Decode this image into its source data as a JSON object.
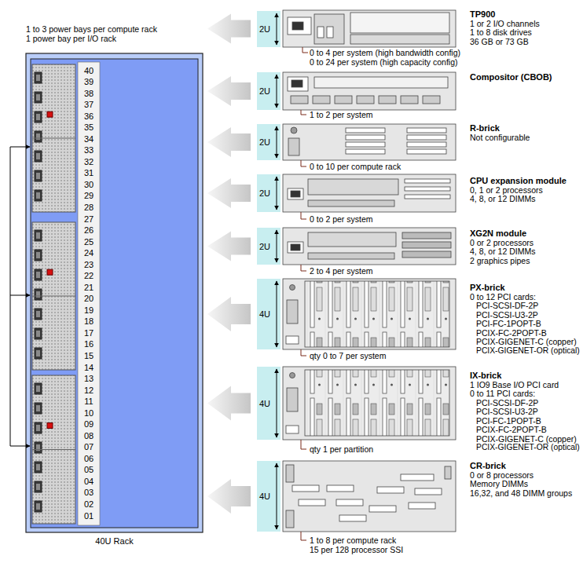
{
  "diagram": {
    "nodes": [
      {
        "text": [
          "40U Rack"
        ]
      },
      {
        "text": [
          "2U",
          "TP900",
          "1 or 2 I/O channels",
          "1 to 8 disk drives",
          "36 GB or 73 GB",
          "0 to 4 per system (high bandwidth config)",
          "0 to 24 per system (high capacity config)"
        ]
      },
      {
        "text": [
          "2U",
          "Compositor (CBOB)",
          "1 to 2 per system"
        ]
      },
      {
        "text": [
          "2U",
          "R-brick",
          "Not configurable",
          "0 to 10  per compute rack"
        ]
      },
      {
        "text": [
          "2U",
          "CPU expansion module",
          "0, 1 or 2  processors",
          "4, 8, or 12 DIMMs",
          "0 to 2 per system"
        ]
      },
      {
        "text": [
          "2U",
          "XG2N module",
          "0 or 2 processors",
          "4, 8, or 12 DIMMs",
          "2 graphics pipes",
          "2 to 4 per system"
        ]
      },
      {
        "text": [
          "4U",
          "PX-brick",
          "0 to 12 PCI cards:",
          "PCI-SCSI-DF-2P",
          "PCI-SCSI-U3-2P",
          "PCI-FC-1POPT-B",
          "PCIX-FC-2POPT-B",
          "PCIX-GIGENET-C (copper)",
          "PCIX-GIGENET-OR (optical)",
          "qty 0 to 7 per system"
        ]
      },
      {
        "text": [
          "4U",
          "IX-brick",
          "1 IO9 Base I/O PCI card",
          "0 to 11 PCI cards:",
          "PCI-SCSI-DF-2P",
          "PCI-SCSI-U3-2P",
          "PCI-FC-1POPT-B",
          "PCIX-FC-2POPT-B",
          "PCIX-GIGENET-C (copper)",
          "PCIX-GIGENET-OR (optical)",
          "qty 1 per partition"
        ]
      },
      {
        "text": [
          "4U",
          "CR-brick",
          "0 or 8 processors",
          "Memory DIMMs",
          "16,32, and 48 DIMM groups",
          "1 to 8 per compute rack",
          "15 per 128 processor SSI"
        ]
      }
    ],
    "edges": [
      {
        "from": 1,
        "to": 0,
        "arrow": "to"
      },
      {
        "from": 2,
        "to": 0,
        "arrow": "to"
      },
      {
        "from": 3,
        "to": 0,
        "arrow": "to"
      },
      {
        "from": 4,
        "to": 0,
        "arrow": "to"
      },
      {
        "from": 5,
        "to": 0,
        "arrow": "to"
      },
      {
        "from": 6,
        "to": 0,
        "arrow": "to"
      },
      {
        "from": 7,
        "to": 0,
        "arrow": "to"
      },
      {
        "from": 8,
        "to": 0,
        "arrow": "to"
      }
    ],
    "labels": [
      "1 to 3 power bays per compute rack",
      "1 power bay per I/O rack",
      "40",
      "39",
      "38",
      "37",
      "36",
      "35",
      "34",
      "33",
      "32",
      "31",
      "30",
      "29",
      "28",
      "27",
      "26",
      "25",
      "24",
      "23",
      "22",
      "21",
      "20",
      "19",
      "18",
      "17",
      "16",
      "15",
      "14",
      "13",
      "12",
      "11",
      "10",
      "09",
      "08",
      "07",
      "06",
      "05",
      "04",
      "03",
      "02",
      "01"
    ]
  }
}
